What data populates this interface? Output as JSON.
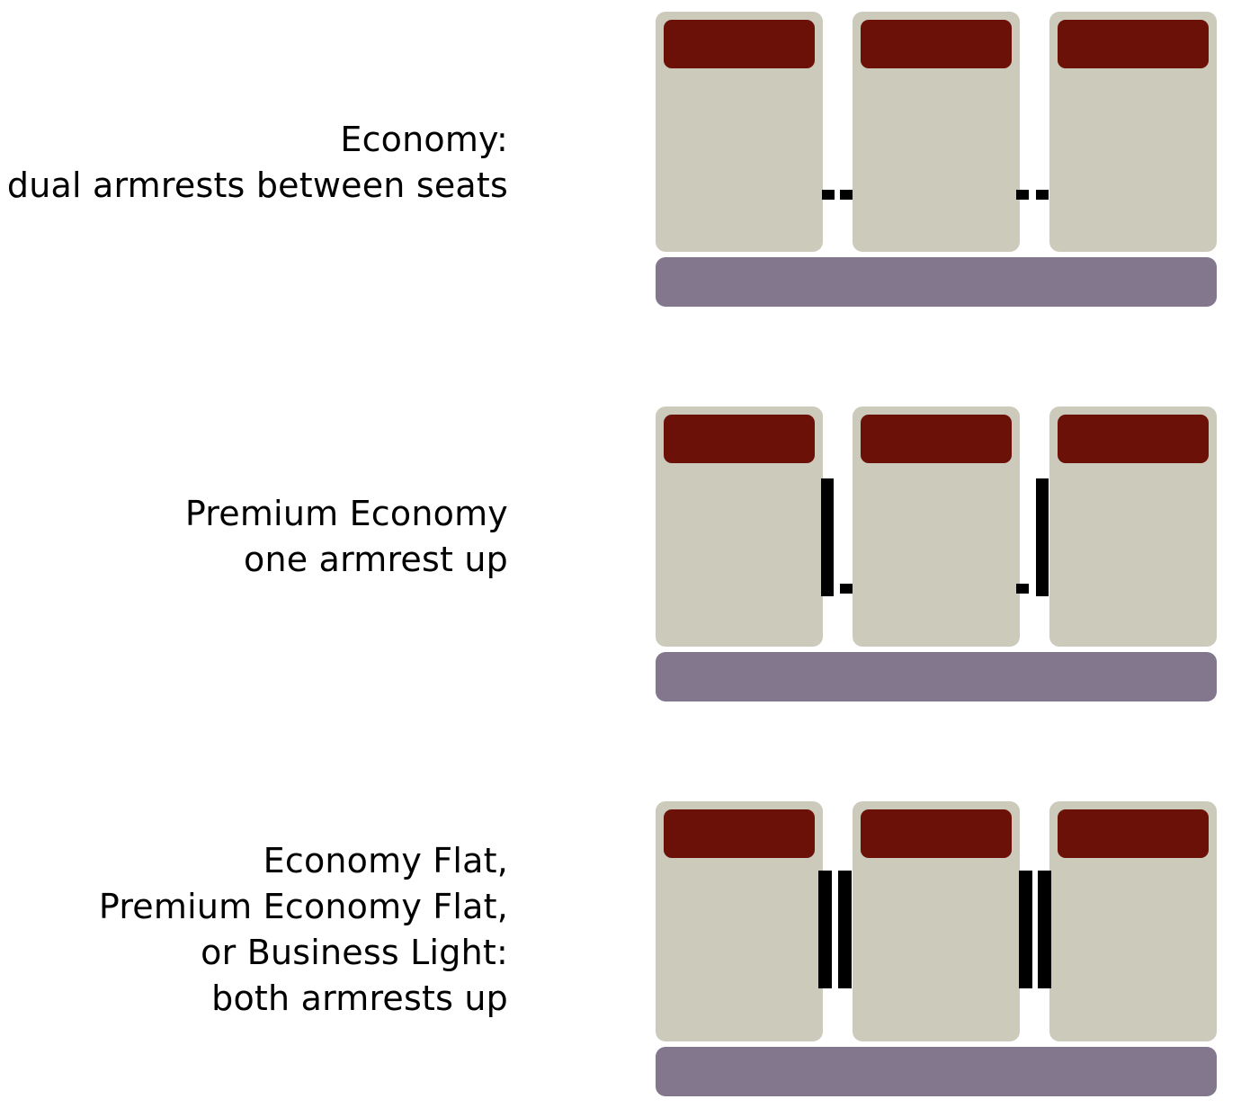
{
  "colors": {
    "seat": "#cccabb",
    "headrest": "#6b1108",
    "base": "#82778d",
    "armrest": "#000000",
    "text": "#000000"
  },
  "rows": [
    {
      "lines": [
        "Economy:",
        "dual armrests between seats"
      ],
      "armrest_state": "both down"
    },
    {
      "lines": [
        "Premium Economy",
        "one armrest up"
      ],
      "armrest_state": "one up"
    },
    {
      "lines": [
        "Economy Flat,",
        "Premium Economy Flat,",
        "or Business Light:",
        "both armrests up"
      ],
      "armrest_state": "both up"
    }
  ]
}
